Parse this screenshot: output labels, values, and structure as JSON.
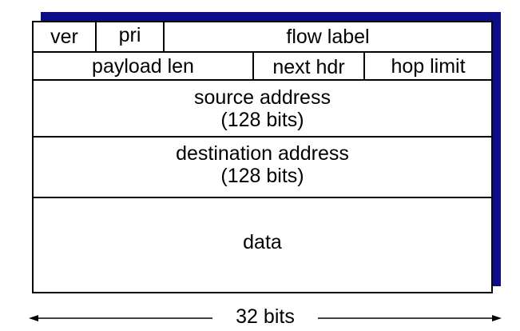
{
  "fields": {
    "ver": "ver",
    "pri": "pri",
    "flow_label": "flow label",
    "payload_len": "payload len",
    "next_hdr": "next hdr",
    "hop_limit": "hop limit",
    "source_address": "source address",
    "source_bits": "(128 bits)",
    "destination_address": "destination address",
    "destination_bits": "(128 bits)",
    "data": "data"
  },
  "width_label": "32 bits",
  "colors": {
    "shadow": "#0d0d8c",
    "border": "#000000",
    "background": "#ffffff"
  }
}
